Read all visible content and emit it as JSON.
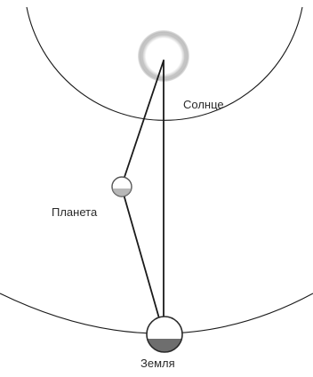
{
  "labels": {
    "sun": "Солнце",
    "planet": "Планета",
    "earth": "Земля"
  },
  "colors": {
    "line": "#1a1a1a",
    "sun_ring": "#bdbdbd",
    "earth_shadow": "#6e6e6e",
    "planet_shadow": "#9a9a9a"
  }
}
